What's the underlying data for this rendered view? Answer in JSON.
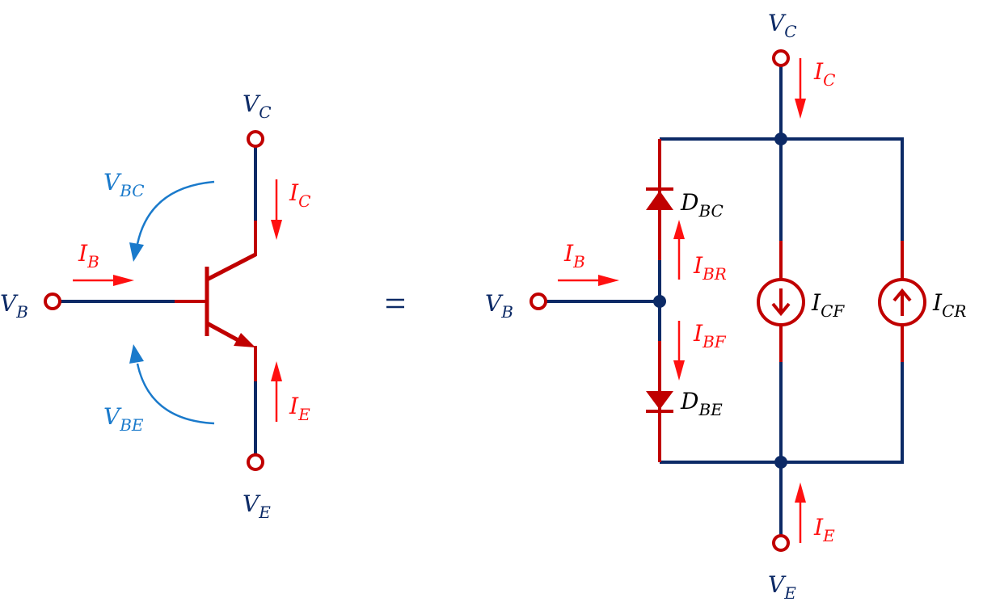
{
  "colors": {
    "wire": "#0c2a66",
    "component": "#c00000",
    "current_arrow": "#ff1010",
    "voltage_arrow": "#1a7acb",
    "component_label": "#000000"
  },
  "left_circuit": {
    "title": "NPN transistor symbol",
    "terminals": {
      "collector": {
        "main": "V",
        "sub": "C"
      },
      "base": {
        "main": "V",
        "sub": "B"
      },
      "emitter": {
        "main": "V",
        "sub": "E"
      }
    },
    "currents": {
      "base": {
        "main": "I",
        "sub": "B",
        "direction": "right"
      },
      "collector": {
        "main": "I",
        "sub": "C",
        "direction": "down"
      },
      "emitter": {
        "main": "I",
        "sub": "E",
        "direction": "up"
      }
    },
    "voltages": {
      "vbc": {
        "main": "V",
        "sub": "BC"
      },
      "vbe": {
        "main": "V",
        "sub": "BE"
      }
    }
  },
  "equals_sign": "=",
  "right_circuit": {
    "title": "Ebers-Moll equivalent model",
    "terminals": {
      "collector": {
        "main": "V",
        "sub": "C"
      },
      "base": {
        "main": "V",
        "sub": "B"
      },
      "emitter": {
        "main": "V",
        "sub": "E"
      }
    },
    "currents": {
      "base": {
        "main": "I",
        "sub": "B",
        "direction": "right"
      },
      "collector": {
        "main": "I",
        "sub": "C",
        "direction": "down"
      },
      "emitter": {
        "main": "I",
        "sub": "E",
        "direction": "up"
      },
      "ibr": {
        "main": "I",
        "sub": "BR",
        "direction": "up"
      },
      "ibf": {
        "main": "I",
        "sub": "BF",
        "direction": "down"
      }
    },
    "components": {
      "diode_bc": {
        "main": "D",
        "sub": "BC"
      },
      "diode_be": {
        "main": "D",
        "sub": "BE"
      },
      "source_cf": {
        "main": "I",
        "sub": "CF",
        "direction": "down"
      },
      "source_cr": {
        "main": "I",
        "sub": "CR",
        "direction": "up"
      }
    }
  }
}
